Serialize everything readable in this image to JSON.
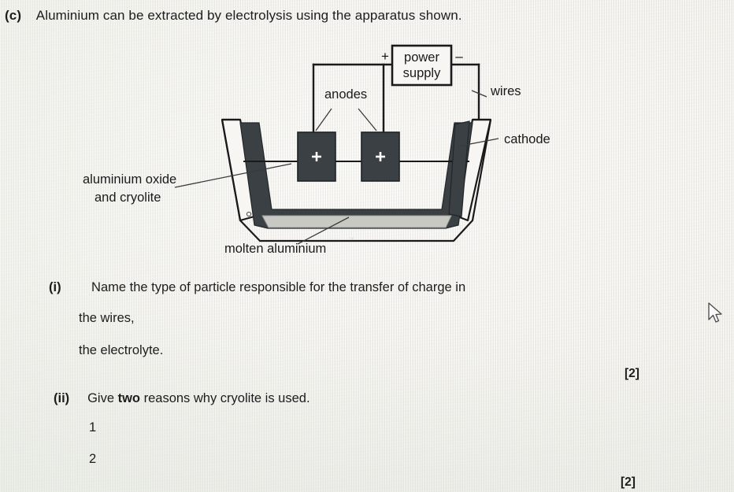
{
  "question": {
    "part_letter": "(c)",
    "stem": "Aluminium can be extracted by electrolysis using the apparatus shown."
  },
  "diagram": {
    "power_supply_line1": "power",
    "power_supply_line2": "supply",
    "positive_terminal": "+",
    "negative_terminal": "–",
    "anode_mark_left": "+",
    "anode_mark_right": "+",
    "labels": {
      "anodes": "anodes",
      "wires": "wires",
      "cathode": "cathode",
      "electrolyte_line1": "aluminium oxide",
      "electrolyte_line2": "and cryolite",
      "molten_aluminium": "molten aluminium"
    },
    "colors": {
      "electrode_fill": "#3b4044",
      "molten_metal": "#c9c9c4",
      "outline": "#1a1a1a",
      "paper": "#f4f2ee"
    }
  },
  "sub_questions": [
    {
      "number": "(i)",
      "text": "Name the type of particle responsible for the transfer of charge in",
      "answer_prompts": [
        {
          "label": "the wires,",
          "value": ""
        },
        {
          "label": "the electrolyte.",
          "value": ""
        }
      ],
      "marks": "[2]"
    },
    {
      "number": "(ii)",
      "text_before_bold": "Give ",
      "bold_word": "two",
      "text_after_bold": " reasons why cryolite is used.",
      "answer_prompts": [
        {
          "label": "1",
          "value": ""
        },
        {
          "label": "2",
          "value": ""
        }
      ],
      "marks": "[2]"
    }
  ],
  "cursor": {
    "symbol": "arrow-pointer"
  }
}
